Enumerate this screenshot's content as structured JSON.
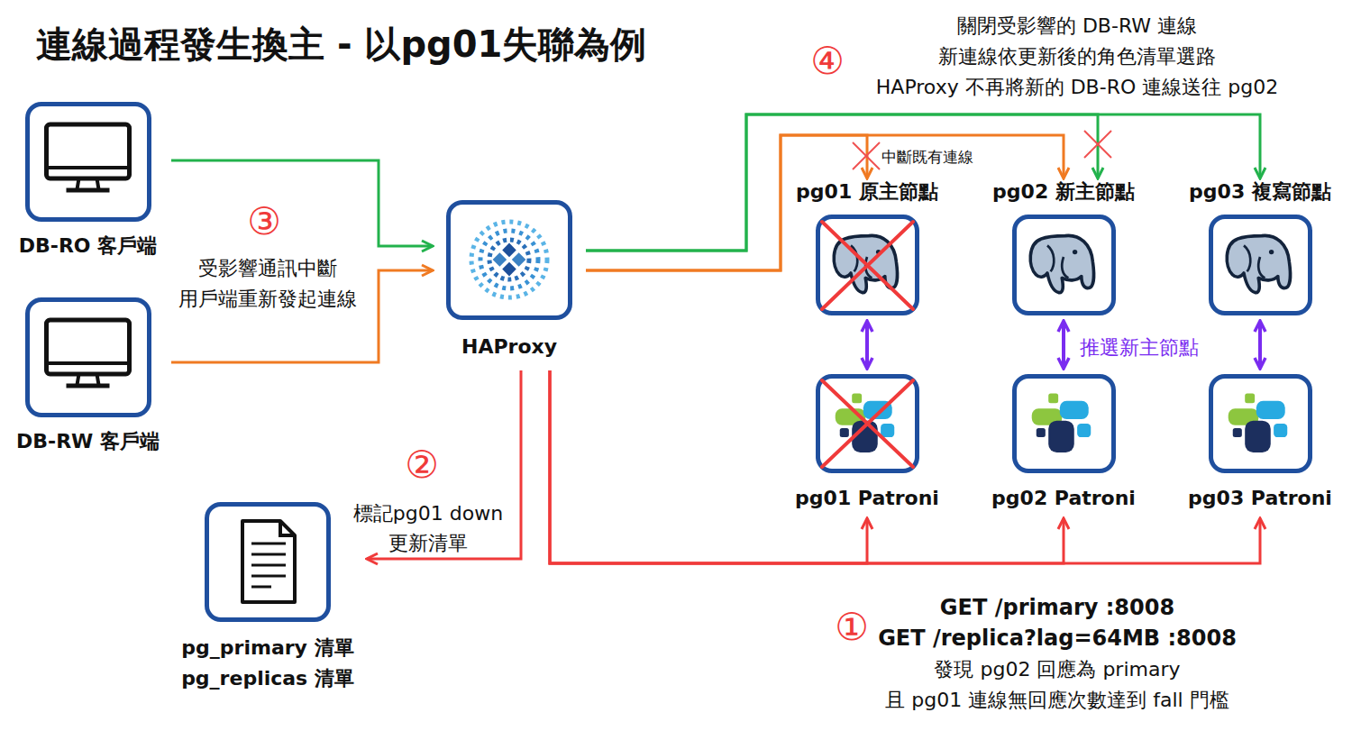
{
  "diagram": {
    "title": "連線過程發生換主 - 以pg01失聯為例",
    "nodes": [
      {
        "text": [
          "DB-RO 客戶端"
        ]
      },
      {
        "text": [
          "DB-RW 客戶端"
        ]
      },
      {
        "text": [
          "HAProxy"
        ]
      },
      {
        "text": [
          "pg_primary 清單",
          "pg_replicas 清單"
        ]
      },
      {
        "text": [
          "pg01 原主節點"
        ]
      },
      {
        "text": [
          "pg02 新主節點"
        ]
      },
      {
        "text": [
          "pg03 複寫節點"
        ]
      },
      {
        "text": [
          "pg01 Patroni"
        ]
      },
      {
        "text": [
          "pg02 Patroni"
        ]
      },
      {
        "text": [
          "pg03 Patroni"
        ]
      }
    ],
    "edges": [
      {
        "from": 0,
        "to": 2,
        "arrow": "to"
      },
      {
        "from": 1,
        "to": 2,
        "arrow": "to"
      },
      {
        "from": 2,
        "to": 4,
        "arrow": "to",
        "label": "中斷既有連線"
      },
      {
        "from": 2,
        "to": 5,
        "arrow": "to"
      },
      {
        "from": 2,
        "to": 5,
        "arrow": "to"
      },
      {
        "from": 2,
        "to": 6,
        "arrow": "to"
      },
      {
        "from": 4,
        "to": 7,
        "arrow": "both"
      },
      {
        "from": 5,
        "to": 8,
        "arrow": "both",
        "label": "推選新主節點"
      },
      {
        "from": 6,
        "to": 9,
        "arrow": "both"
      },
      {
        "from": 2,
        "to": 3,
        "arrow": "to",
        "label": "標記pg01 down 更新清單"
      },
      {
        "from": 2,
        "to": 7,
        "arrow": "to"
      },
      {
        "from": 2,
        "to": 8,
        "arrow": "to"
      },
      {
        "from": 2,
        "to": 9,
        "arrow": "to"
      }
    ],
    "labels": [
      "④",
      "關閉受影響的 DB-RW 連線",
      "新連線依更新後的角色清單選路",
      "HAProxy 不再將新的 DB-RO 連線送往 pg02",
      "③",
      "受影響通訊中斷 用戶端重新發起連線",
      "②",
      "①",
      "GET /primary :8008",
      "GET /replica?lag=64MB :8008",
      "發現 pg02 回應為 primary",
      "且 pg01 連線無回應次數達到 fall 門檻"
    ]
  }
}
